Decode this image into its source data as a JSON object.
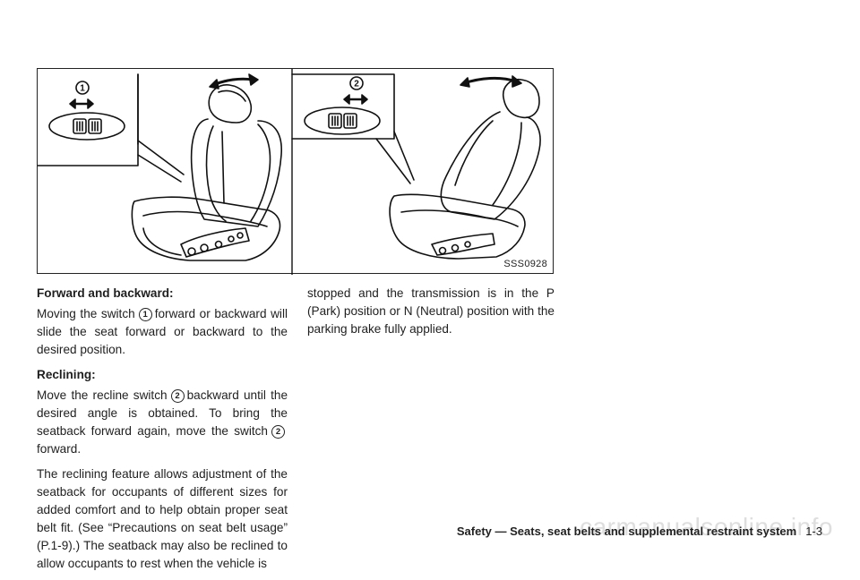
{
  "figure": {
    "code": "SSS0928",
    "label_1": "1",
    "label_2": "2"
  },
  "sections": {
    "forward": {
      "heading": "Forward and backward:",
      "p1_a": "Moving the switch",
      "p1_badge": "1",
      "p1_b": "forward or backward will slide the seat forward or backward to the desired position."
    },
    "recline": {
      "heading": "Reclining:",
      "p1_a": "Move the recline switch",
      "p1_badge": "2",
      "p1_b": "backward until the desired angle is obtained. To bring the seatback forward again, move the switch",
      "p1_badge2": "2",
      "p1_c": "forward.",
      "p2": "The reclining feature allows adjustment of the seatback for occupants of different sizes for added comfort and to help obtain proper seat belt fit. (See “Precautions on seat belt usage” (P.1-9).) The seatback may also be reclined to allow occupants to rest when the vehicle is"
    },
    "continued": "stopped and the transmission is in the P (Park) position or N (Neutral) position with the parking brake fully applied."
  },
  "footer": {
    "title": "Safety — Seats, seat belts and supplemental restraint system",
    "page": "1-3"
  },
  "watermark": "carmanualsonline.info"
}
